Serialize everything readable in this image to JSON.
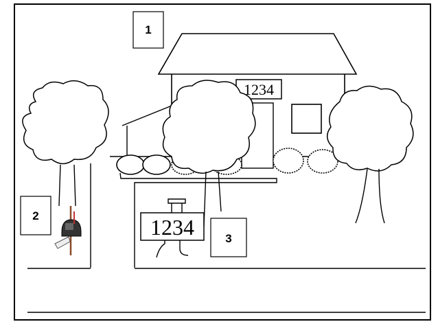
{
  "callouts": [
    {
      "id": "1",
      "label": "1"
    },
    {
      "id": "2",
      "label": "2"
    },
    {
      "id": "3",
      "label": "3"
    }
  ],
  "house": {
    "address_number": "1234"
  },
  "mailbox_post": {
    "address_number": "1234"
  },
  "colors": {
    "ink": "#000000",
    "paper": "#ffffff"
  }
}
